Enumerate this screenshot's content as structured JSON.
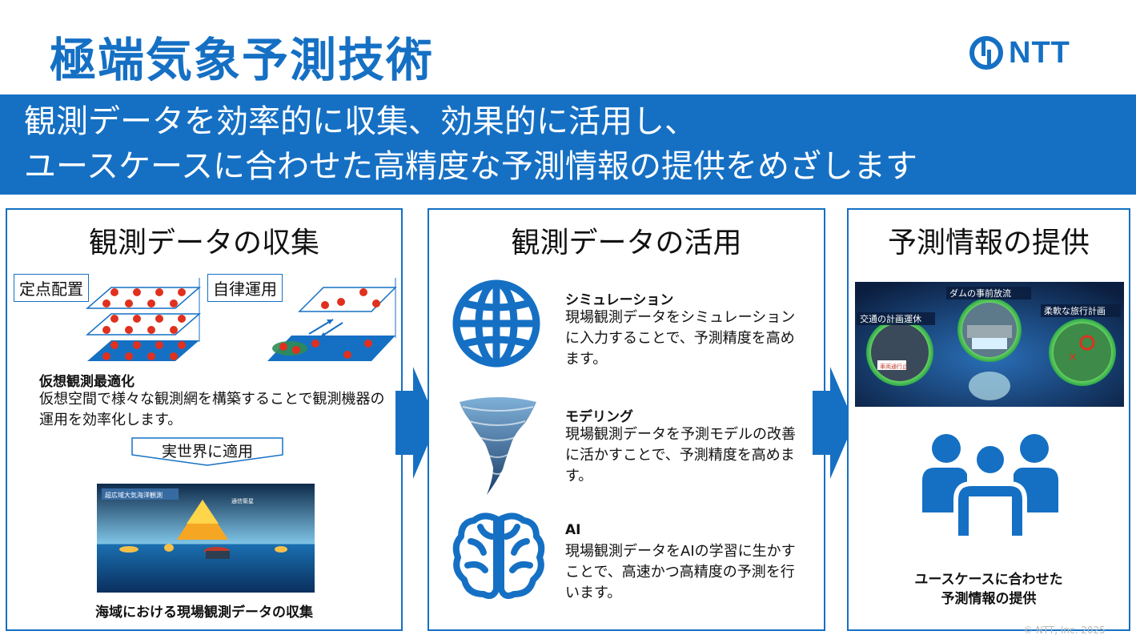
{
  "title": "極端気象予測技術",
  "logo": {
    "text": "NTT"
  },
  "banner": {
    "line1": "観測データを効率的に収集、効果的に活用し、",
    "line2": "ユースケースに合わせた高精度な予測情報の提供をめざします"
  },
  "panels": {
    "collection": {
      "title": "観測データの収集",
      "tag_fixed": "定点配置",
      "tag_autonomous": "自律運用",
      "virtual_title": "仮想観測最適化",
      "virtual_body": "仮想空間で様々な観測網を構築することで観測機器の運用を効率化します。",
      "apply_label": "実世界に適用",
      "ocean_banner": "超広域大気海洋観測",
      "ocean_satellite": "通信衛星",
      "ocean_caption": "海域における現場観測データの収集"
    },
    "utilization": {
      "title": "観測データの活用",
      "items": [
        {
          "heading": "シミュレーション",
          "body": "現場観測データをシミュレーションに入力することで、予測精度を高めます。",
          "icon": "globe-icon"
        },
        {
          "heading": "モデリング",
          "body": "現場観測データを予測モデルの改善に活かすことで、予測精度を高めます。",
          "icon": "tornado-icon"
        },
        {
          "heading": "AI",
          "body": "現場観測データをAIの学習に生かすことで、高速かつ高精度の予測を行います。",
          "icon": "brain-icon"
        }
      ]
    },
    "provision": {
      "title": "予測情報の提供",
      "scene_dam": "ダムの事前放流",
      "scene_traffic": "交通の計画運休",
      "scene_travel": "柔軟な旅行計画",
      "scene_sign": "車両通行止",
      "usecase_line1": "ユースケースに合わせた",
      "usecase_line2": "予測情報の提供"
    }
  },
  "colors": {
    "brand": "#1570c4",
    "marker": "#e0301e",
    "ocean": "#0d5fb0"
  },
  "copyright": "© NTT, Inc. 2025"
}
